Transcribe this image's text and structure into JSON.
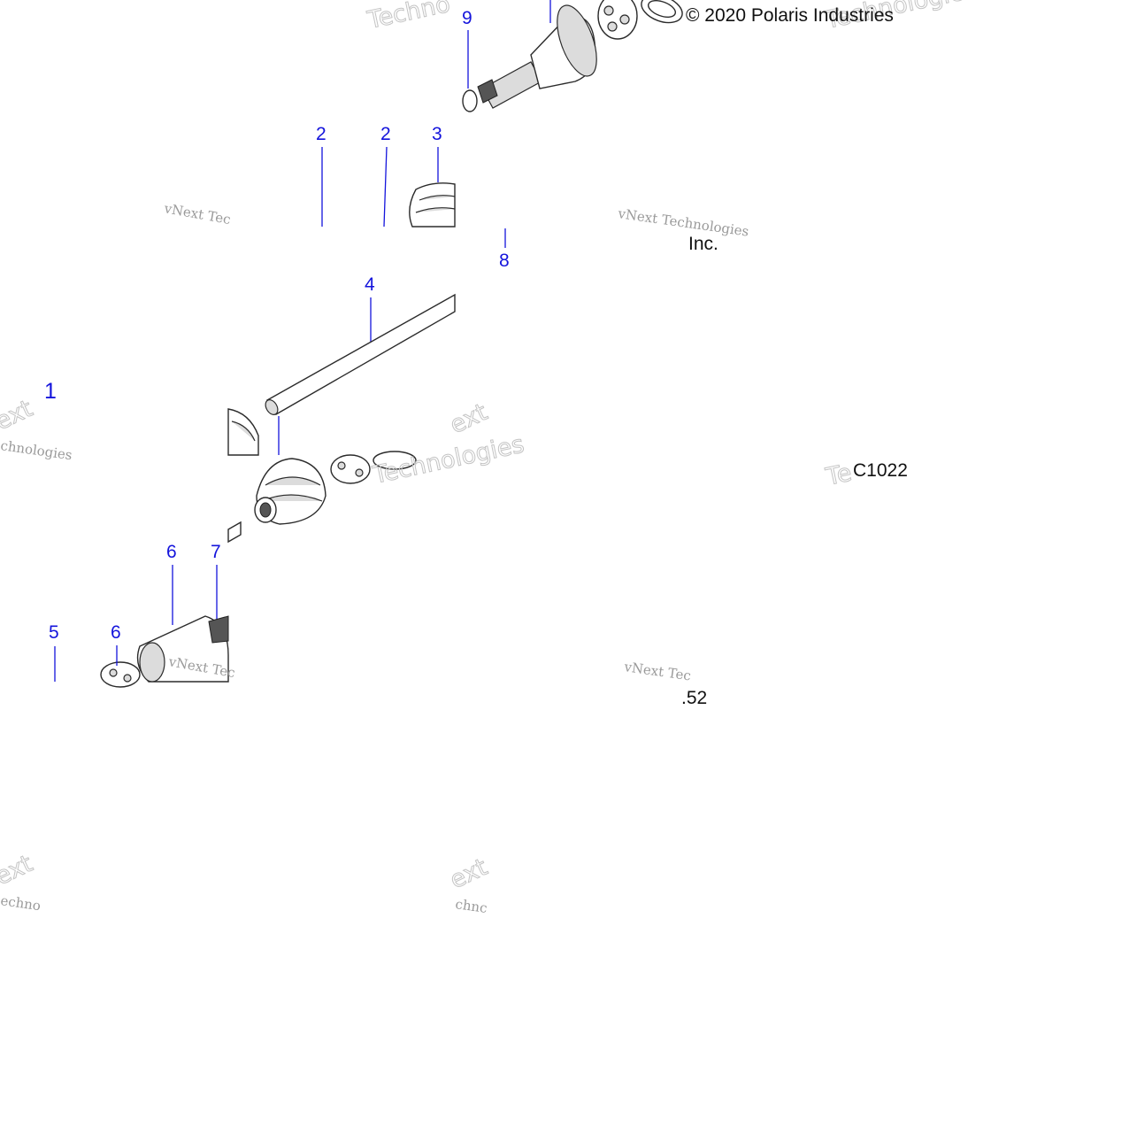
{
  "copyright": "© 2020 Polaris Industries",
  "copyright_cont": "Inc.",
  "drawing_code": "C1022",
  "drawing_code_cont": ".52",
  "watermark_line1": "vNext Technologies",
  "watermark_line2": "Technologies",
  "watermark_fragments": {
    "a": "vNext Tec",
    "b": "hnologies",
    "c": "ext",
    "d": "chnologies",
    "e": "Techno",
    "f": "echno",
    "g": "ext",
    "h": "Te",
    "i": "chnc"
  },
  "callouts": {
    "one": "1",
    "two_a": "2",
    "two_b": "2",
    "three": "3",
    "four": "4",
    "five": "5",
    "six_a": "6",
    "six_b": "6",
    "seven": "7",
    "eight": "8",
    "nine": "9"
  },
  "colors": {
    "callout": "#1414dc",
    "background": "#ffffff"
  }
}
